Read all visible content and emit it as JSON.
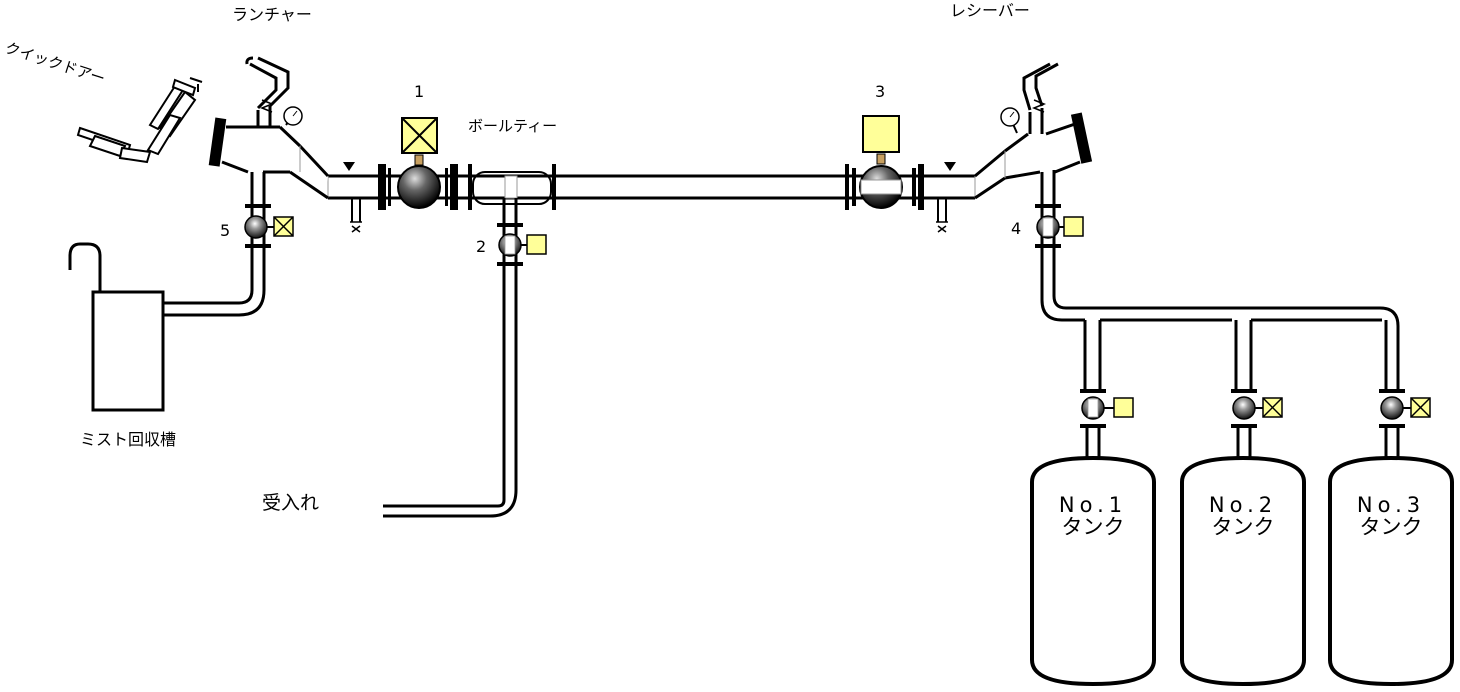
{
  "labels": {
    "launcher": "ランチャー",
    "receiver": "レシーバー",
    "quick_door": "クイックドアー",
    "ball_tee": "ボールティー",
    "mist_tank": "ミスト回収槽",
    "intake": "受入れ"
  },
  "valves": {
    "v1": "1",
    "v2": "2",
    "v3": "3",
    "v4": "4",
    "v5": "5"
  },
  "tanks": [
    {
      "number": "No.1",
      "name": "タンク"
    },
    {
      "number": "No.2",
      "name": "タンク"
    },
    {
      "number": "No.3",
      "name": "タンク"
    }
  ],
  "colors": {
    "actuator": "#ffff99",
    "pipe": "#000000",
    "ball": "#333333"
  }
}
